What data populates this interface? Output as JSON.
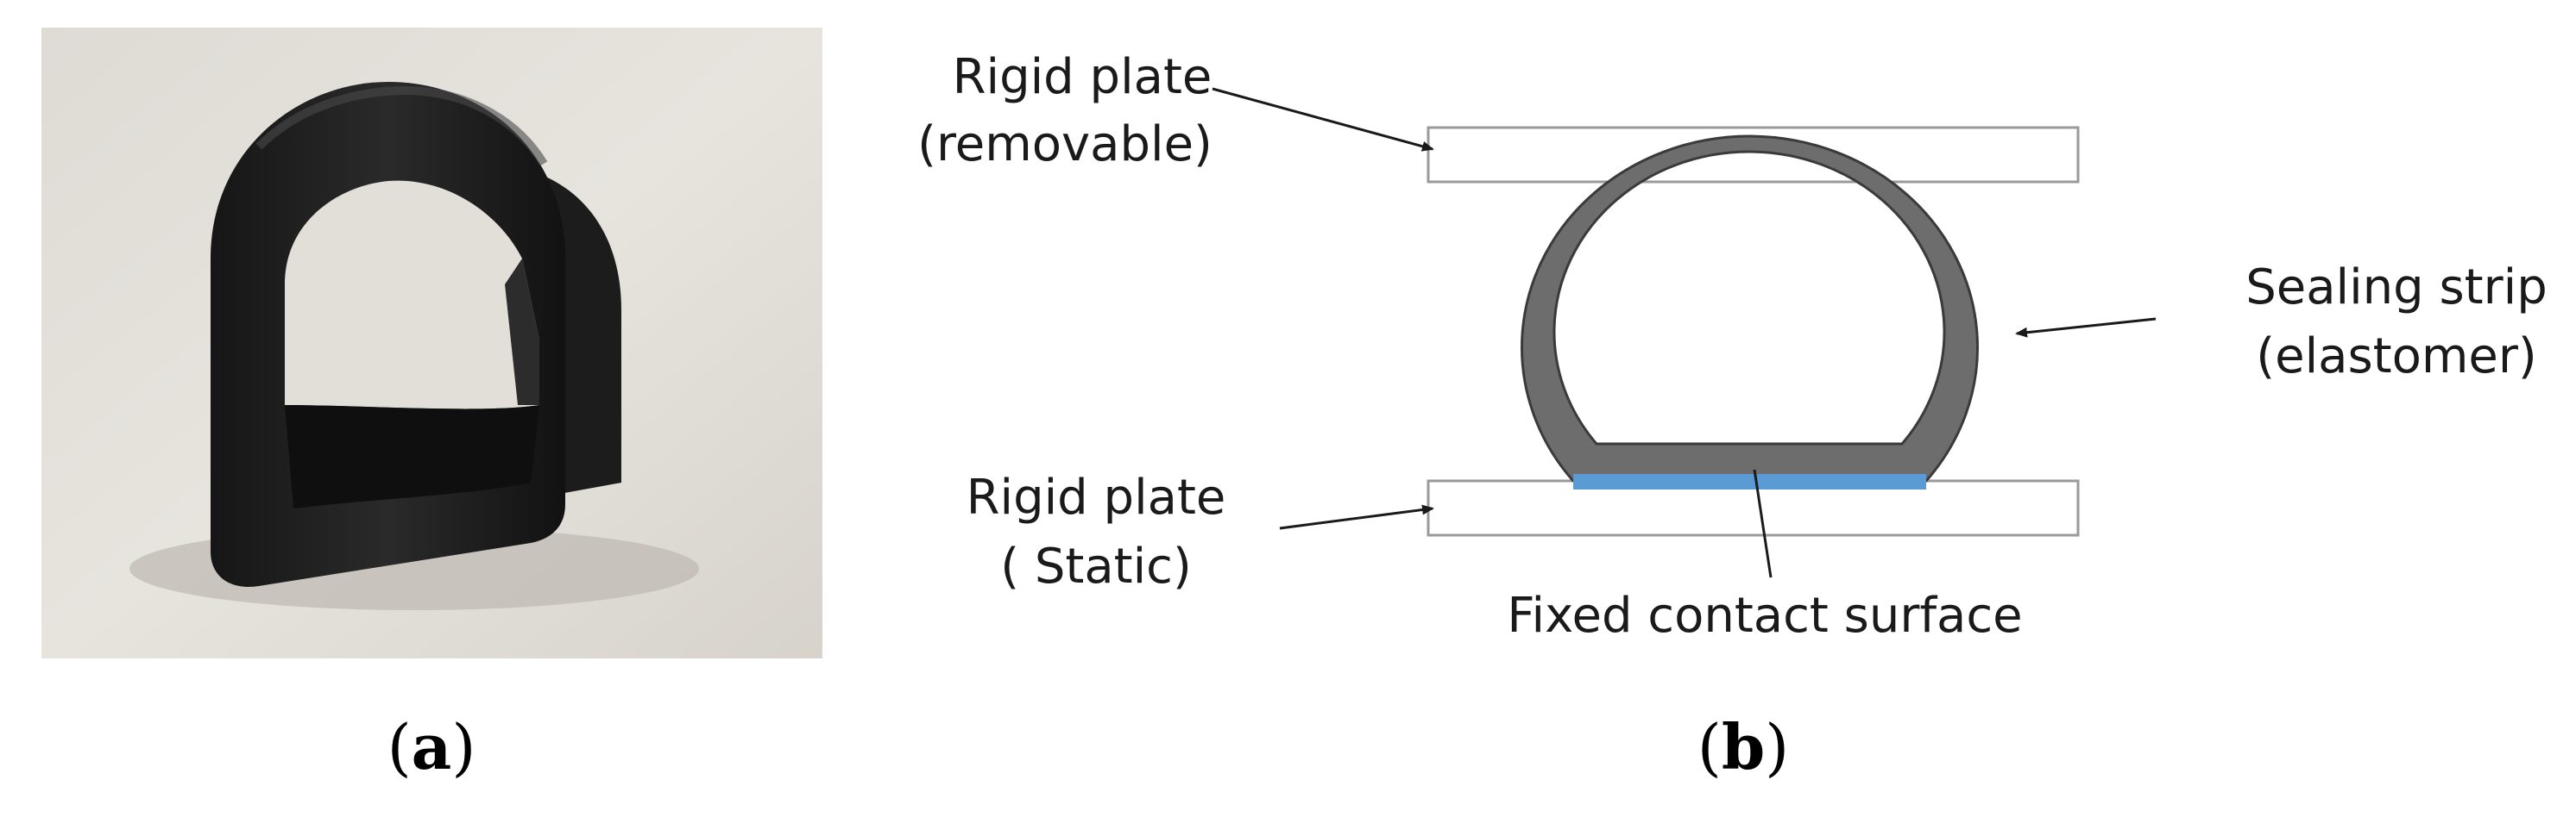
{
  "panel_a": {
    "caption_open": "(",
    "caption_letter": "a",
    "caption_close": ")"
  },
  "panel_b": {
    "caption_open": "(",
    "caption_letter": "b",
    "caption_close": ")",
    "labels": {
      "top_plate_line1": "Rigid plate",
      "top_plate_line2": "(removable)",
      "bottom_plate_line1": "Rigid plate",
      "bottom_plate_line2": "( Static)",
      "strip_line1": "Sealing strip",
      "strip_line2": "(elastomer)",
      "contact": "Fixed contact surface"
    }
  },
  "colors": {
    "strip_fill": "#6d6d6d",
    "strip_stroke": "#3a3a3a",
    "contact_surface": "#5b9bd5",
    "plate_stroke": "#9a9a9a",
    "arrow": "#1a1a1a"
  }
}
